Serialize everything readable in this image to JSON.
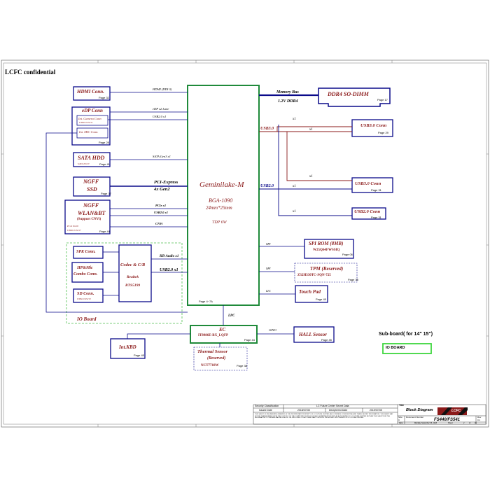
{
  "header": {
    "confidential": "LCFC confidential"
  },
  "cpu": {
    "name": "Geminilake-M",
    "package": "BGA-1090",
    "size": "24mm*25mm",
    "tdp": "TDP 6W",
    "page": "Page 4~7A"
  },
  "blocks": {
    "hdmi": {
      "label": "HDMI Conn.",
      "page": "Page 32"
    },
    "edp": {
      "label": "eDP Conn",
      "camera": "Int. Camera Conn",
      "camera_sub": "USB2.0 Port1",
      "mic": "Int. MIC Conn.",
      "page": "Page 28"
    },
    "sata": {
      "label": "SATA HDD",
      "sub": "SATA Port0",
      "page": "Page 41"
    },
    "ssd": {
      "label1": "NGFF",
      "label2": "SSD",
      "page": "Page 37"
    },
    "wlan": {
      "label1": "NGFF",
      "label2": "WLAN&BT",
      "label3": "(Support CNVi)",
      "sub1": "PCIe Port0",
      "sub2": "USB2.0 Port7",
      "page": "Page 44"
    },
    "spk": {
      "label": "SPK Conn."
    },
    "hpmic": {
      "label1": "HP&Mic",
      "label2": "Combo Conn."
    },
    "sd": {
      "label": "SD Conn.",
      "sub": "USB2.0 Port3"
    },
    "codec": {
      "label1": "Codec & C/R",
      "label2": "Realtek",
      "label3": "RTS5199"
    },
    "io_board": {
      "label": "IO Board"
    },
    "ddr4": {
      "label": "DDR4 SO-DIMM",
      "page": "Page 17"
    },
    "usb30a": {
      "label": "USB3.0 Conn",
      "page": "Page 29"
    },
    "usb30b": {
      "label": "USB3.0 Conn",
      "page": "Page 31"
    },
    "usb20": {
      "label": "USB2.0 Conn",
      "page": "Page 31"
    },
    "spirom": {
      "label": "SPI ROM (8MB)",
      "part": "W25Q64FWSSIQ",
      "page": "Page 06"
    },
    "tpm": {
      "label": "TPM  (Reserved)",
      "part": "Z32H330TC-SQN-725",
      "page": "Page 35"
    },
    "touchpad": {
      "label": "Touch Pad",
      "page": "Page 45"
    },
    "ec": {
      "label": "EC",
      "part": "IT8986E-BX_LQFP",
      "page": "Page 44"
    },
    "hall": {
      "label": "HALL Sensor",
      "page": "Page 45"
    },
    "kbd": {
      "label": "Int.KBD",
      "page": "Page 45"
    },
    "thermal": {
      "label1": "Thermal Sensor",
      "label2": "(Reserved)",
      "part": "NCT7718W",
      "page": "Page 38"
    }
  },
  "signals": {
    "hdmi": "HDMI (DDI 0)",
    "edp": "eDP x2 Lane",
    "edp_usb": "USB2.0 x1",
    "sata": "SATA Gen3 x1",
    "pcie1": "PCI-Express",
    "pcie2": "4x Gen2",
    "wlan_pcie": "PCIe x1",
    "wlan_usb": "USB2.0 x1",
    "wlan_cnvi": "CNVi",
    "hda": "HD Audio x1",
    "codec_usb": "USB2.0 x1",
    "mem1": "Memory Bus",
    "mem2": "1.2V  DDR4",
    "usb30": "USB3.0",
    "usb20": "USB2.0",
    "x1_a": "x1",
    "x1_b": "x1",
    "x1_c": "x1",
    "x1_d": "x1",
    "x1_e": "x1",
    "spi1": "SPI",
    "spi2": "SPI",
    "i2c": "I2C",
    "lpc": "LPC",
    "gpio": "GPIO"
  },
  "subboard": {
    "title": "Sub-board( for 14\"  15\")",
    "io": "IO BOARD"
  },
  "title_block": {
    "sec_class": "Security Classification",
    "company": "LC Future Center Secret Data",
    "title_hdr": "Title",
    "issued": "Issued Date",
    "issued_val": "2018/07/08",
    "deciphered": "Deciphered Date",
    "deciphered_val": "2019/07/08",
    "doc_title": "Block Diagram",
    "notice": "THIS SHEET OF ENGINEERING DRAWING IS THE PROPRIETARY PROPERTY OF LC FUTURE CENTER, AND CONTAINS CONFIDENTIAL AND TRADE SECRET INFORMATION. THIS SHEET MAY NOT BE TRANSFERRED FROM THE CUSTODY OF THE COMPETENT DIVISION OF R&D DEPARTMENT EXCEPT AS AUTHORIZED BY LC FUTURE CENTER NEITHER THIS SHEET NOR THE INFORMATION IT CONTAINS MAY BE USED BY OR DISCLOSED TO ANY THIRD PARTY WITHOUT PRIOR WRITTEN CONSENT OF LC FUTURE CENTER.",
    "size": "Size",
    "size_val": "C",
    "docnum": "Document Number",
    "docnum_val": "FS440/FS541",
    "rev": "Rev",
    "rev_val": "0.1",
    "date": "Date:",
    "date_val": "Monday, November 05, 2018",
    "sheet": "Sheet",
    "sheet_val": "2",
    "of": "of",
    "of_val": "46",
    "logo": "LCFC"
  },
  "colors": {
    "green": "#1f8a3a",
    "blue": "#0a0a8a",
    "maroon": "#7a1418",
    "dashgreen": "#4cbf4c"
  }
}
